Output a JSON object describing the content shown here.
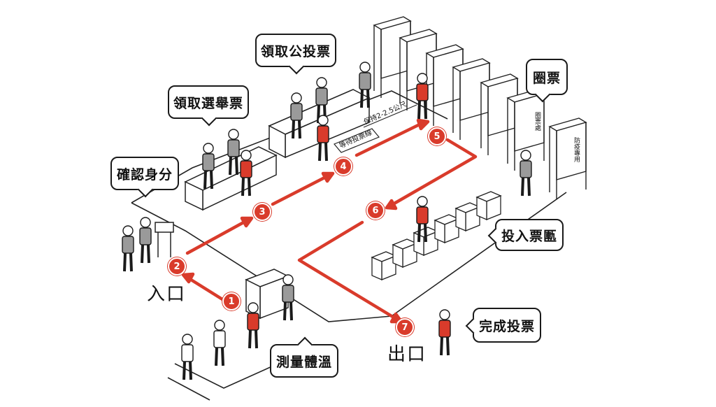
{
  "bubbles": {
    "get_referendum": "領取公投票",
    "get_election": "領取選舉票",
    "confirm_id": "確認身分",
    "mark_ballot": "圈票",
    "cast_area": "投入票匭",
    "measure_temp": "測量體溫",
    "done_voting": "完成投票"
  },
  "labels": {
    "entrance": "入口",
    "exit": "出口",
    "keep_distance": "保持2-2.5公尺",
    "waiting_line": "等待投票線",
    "booth_mark": "圈票處",
    "booth_epidemic": "防疫專用"
  },
  "steps": [
    "1",
    "2",
    "3",
    "4",
    "5",
    "6",
    "7"
  ],
  "colors": {
    "accent": "#d93b2b",
    "ink": "#1a1a1a",
    "shirt": "#9a9a9a"
  }
}
